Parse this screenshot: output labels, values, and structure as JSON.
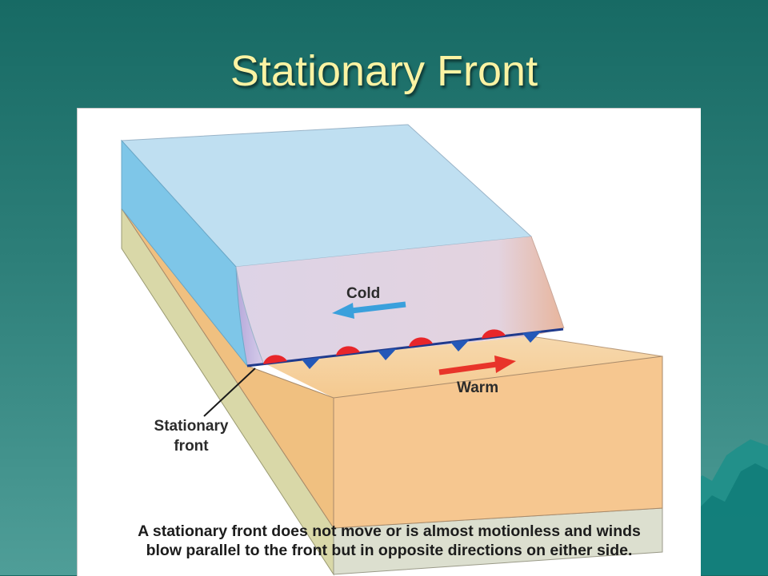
{
  "slide": {
    "title": "Stationary Front"
  },
  "diagram": {
    "labels": {
      "cold": "Cold",
      "warm": "Warm",
      "stationary_front_line1": "Stationary",
      "stationary_front_line2": "front"
    },
    "caption_line1": "A stationary front does not move or is almost motionless and winds",
    "caption_line2": "blow parallel to the front but in opposite directions on either side.",
    "colors": {
      "cold_air": "#a9d8ef",
      "warm_air": "#f7c98f",
      "front_line": "#1f3a8c",
      "warm_symbol": "#e8262a",
      "cold_symbol": "#2458b8",
      "cold_arrow": "#3aa0dc",
      "warm_arrow": "#e8342a"
    }
  }
}
